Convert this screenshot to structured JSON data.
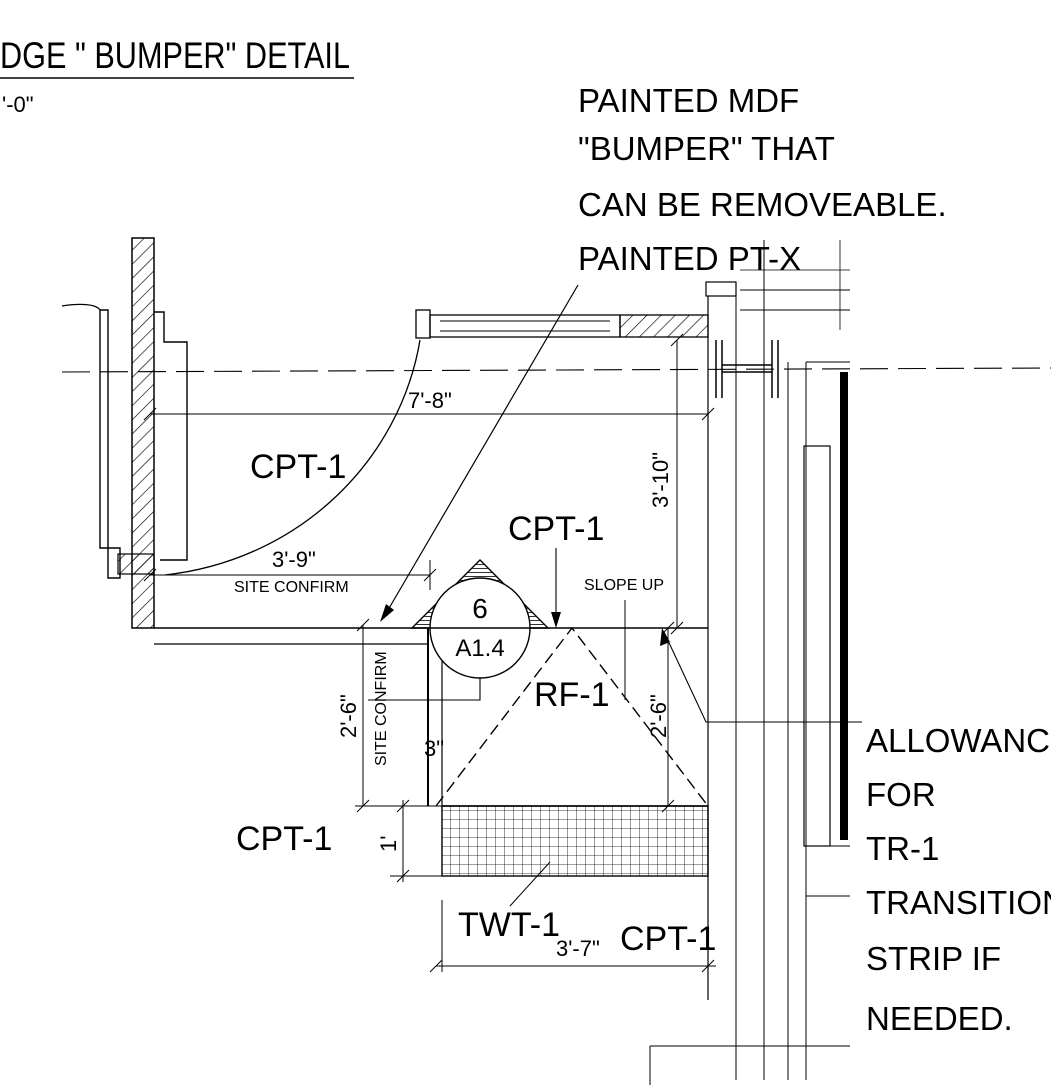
{
  "title": "DGE \" BUMPER\" DETAIL",
  "scale": "'-0\"",
  "callouts": {
    "bumper_note": [
      "PAINTED MDF",
      "\"BUMPER\" THAT",
      "CAN BE REMOVEABLE.",
      "PAINTED PT-X"
    ],
    "allowance_note": [
      "ALLOWANCE",
      "FOR",
      "TR-1",
      "TRANSITION",
      "STRIP IF",
      "NEEDED."
    ]
  },
  "finish_tags": {
    "cpt_main": "CPT-1",
    "cpt_center": "CPT-1",
    "cpt_left": "CPT-1",
    "cpt_bottom": "CPT-1",
    "rf": "RF-1",
    "twt": "TWT-1"
  },
  "dimensions": {
    "width_top": "7'-8\"",
    "height_right": "3'-10\"",
    "width_site": "3'-9\"",
    "site_confirm_h": "SITE CONFIRM",
    "depth_left": "2'-6\"",
    "site_confirm_v": "SITE CONFIRM",
    "gap": "3\"",
    "depth_right": "2'-6\"",
    "tile_depth": "1'",
    "bottom_width": "3'-7\""
  },
  "slope": "SLOPE UP",
  "section_marker": {
    "number": "6",
    "sheet": "A1.4"
  },
  "colors": {
    "ink": "#000000",
    "paper": "#ffffff"
  }
}
